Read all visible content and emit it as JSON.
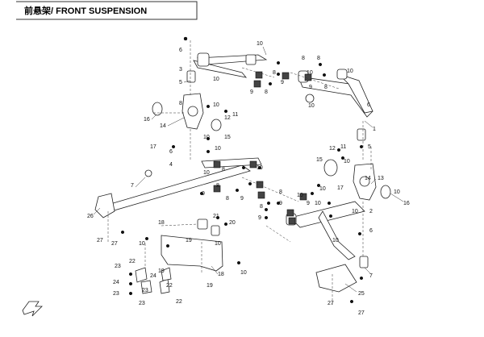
{
  "title": "前悬架/ FRONT SUSPENSION",
  "callouts": [
    "1",
    "2",
    "3",
    "4",
    "5",
    "6",
    "7",
    "8",
    "9",
    "10",
    "11",
    "12",
    "13",
    "14",
    "15",
    "16",
    "17",
    "18",
    "19",
    "20",
    "21",
    "22",
    "23",
    "24",
    "25",
    "26",
    "27"
  ]
}
